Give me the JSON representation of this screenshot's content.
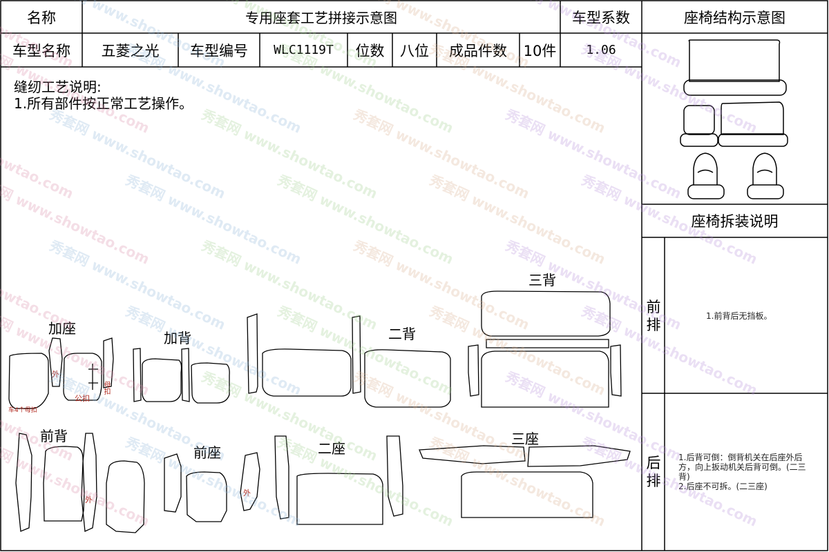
{
  "header": {
    "name_label": "名称",
    "title": "专用座套工艺拼接示意图",
    "coef_label": "车型系数",
    "diagram_title": "座椅结构示意图"
  },
  "info": {
    "model_name_label": "车型名称",
    "model_name": "五菱之光",
    "model_code_label": "车型编号",
    "model_code": "WLC1119T",
    "seats_label": "位数",
    "seats": "八位",
    "pieces_label": "成品件数",
    "pieces": "10件",
    "coef": "1.06"
  },
  "notes": {
    "title": "缝纫工艺说明:",
    "items": [
      "1.所有部件按正常工艺操作。"
    ]
  },
  "pieces": {
    "jia_zuo": "加座",
    "jia_bei": "加背",
    "er_bei": "二背",
    "san_bei": "三背",
    "qian_bei": "前背",
    "qian_zuo": "前座",
    "er_zuo": "二座",
    "san_zuo": "三座"
  },
  "marks": {
    "wai": "外",
    "gong_kou": "公扣",
    "mu_kou": "母扣",
    "che_mu_kou": "车4个母扣"
  },
  "disassembly": {
    "title": "座椅拆装说明",
    "front_label": "前排",
    "front_text": "1.前背后无挡板。",
    "rear_label": "后排",
    "rear_text_1": "1.后背可倒：倒背机关在后座外后方，向上扳动机关后背可倒。(二三背)",
    "rear_text_2": "2.后座不可拆。(二三座)"
  },
  "watermark": {
    "text": "秀套网 www.showtao.com",
    "colors": [
      "#d98aa8",
      "#8fb6d9",
      "#9fd08f",
      "#d9b08f",
      "#b58fd9"
    ]
  }
}
